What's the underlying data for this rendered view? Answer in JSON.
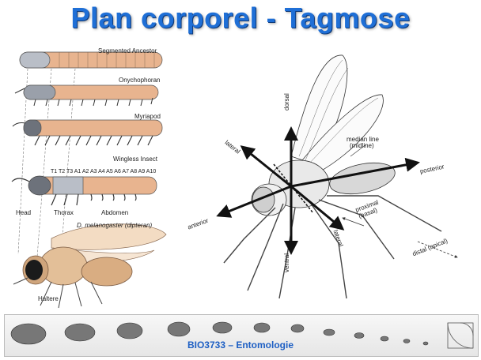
{
  "slide": {
    "title": "Plan corporel - Tagmose",
    "footer": "BIO3733 – Entomologie"
  },
  "left_figure": {
    "labels": {
      "segmented_ancestor": "Segmented Ancestor",
      "onychophoran": "Onychophoran",
      "myriapod": "Myriapod",
      "wingless_insect": "Wingless Insect",
      "head": "Head",
      "thorax": "Thorax",
      "abdomen": "Abdomen",
      "dmel": "D. melanogaster (dipteran)",
      "haltere": "Haltere",
      "segments": "T1  T2  T3 A1 A2 A3 A4 A5 A6 A7 A8 A9 A10"
    }
  },
  "right_figure": {
    "labels": {
      "dorsal": "dorsal",
      "ventral": "ventral",
      "lateral_top": "lateral",
      "lateral_bottom": "lateral",
      "anterior": "anterior",
      "posterior": "posterior",
      "median_line": "median line",
      "midline": "(midline)",
      "proximal": "proximal",
      "basal": "(basal)",
      "distal": "distal (apical)"
    }
  },
  "colors": {
    "title": "#1f6fd6",
    "footer": "#1d5fc4",
    "head_color": "#8a8f99",
    "thorax_color": "#b9bec7",
    "abdomen_color": "#e8b48f"
  }
}
